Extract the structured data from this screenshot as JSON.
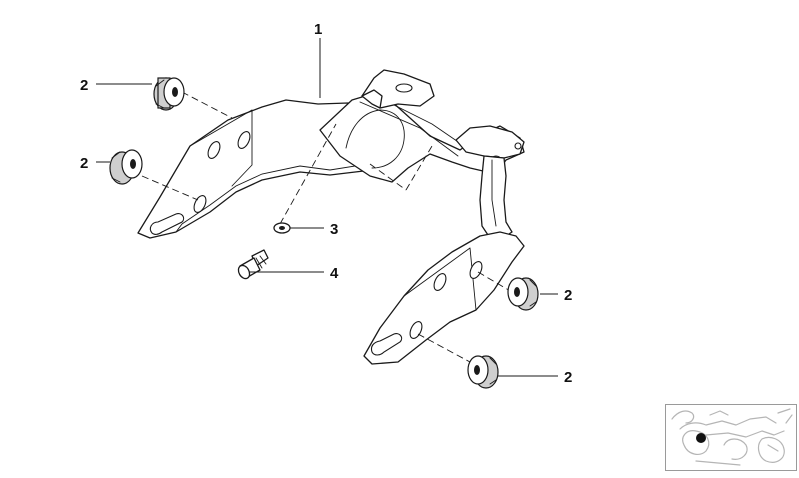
{
  "diagram": {
    "callouts": [
      {
        "id": "c1",
        "label": "1"
      },
      {
        "id": "c2a",
        "label": "2"
      },
      {
        "id": "c2b",
        "label": "2"
      },
      {
        "id": "c2c",
        "label": "2"
      },
      {
        "id": "c2d",
        "label": "2"
      },
      {
        "id": "c3",
        "label": "3"
      },
      {
        "id": "c4",
        "label": "4"
      }
    ],
    "parts": [
      {
        "number": "1",
        "name": "bracket"
      },
      {
        "number": "2",
        "name": "rubber-grommet"
      },
      {
        "number": "3",
        "name": "washer"
      },
      {
        "number": "4",
        "name": "screw"
      }
    ],
    "location_thumbnail": {
      "marker_color": "#111111"
    }
  }
}
